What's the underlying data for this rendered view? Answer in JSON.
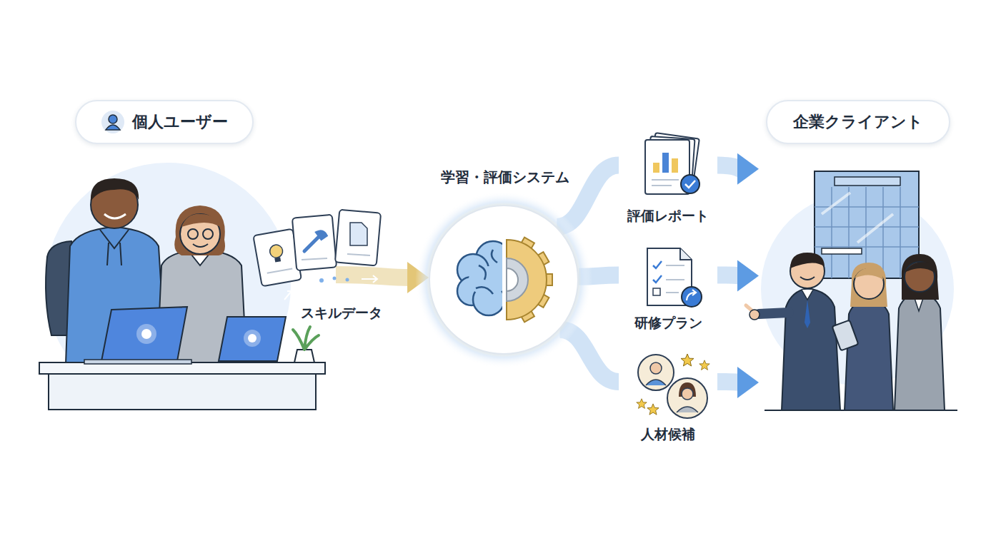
{
  "diagram": {
    "nodes": [
      {
        "text": [
          "個人ユーザー"
        ]
      },
      {
        "text": [
          "学習・評価システム"
        ]
      },
      {
        "text": [
          "評価レポート"
        ]
      },
      {
        "text": [
          "研修プラン"
        ]
      },
      {
        "text": [
          "人材候補"
        ]
      },
      {
        "text": [
          "企業クライアント"
        ]
      }
    ],
    "edges": [
      {
        "from": 0,
        "to": 1,
        "arrow": "to",
        "label": "スキルデータ"
      },
      {
        "from": 1,
        "to": 2,
        "arrow": "none"
      },
      {
        "from": 1,
        "to": 3,
        "arrow": "none"
      },
      {
        "from": 1,
        "to": 4,
        "arrow": "none"
      },
      {
        "from": 2,
        "to": 5,
        "arrow": "to"
      },
      {
        "from": 3,
        "to": 5,
        "arrow": "to"
      },
      {
        "from": 4,
        "to": 5,
        "arrow": "to"
      }
    ]
  }
}
